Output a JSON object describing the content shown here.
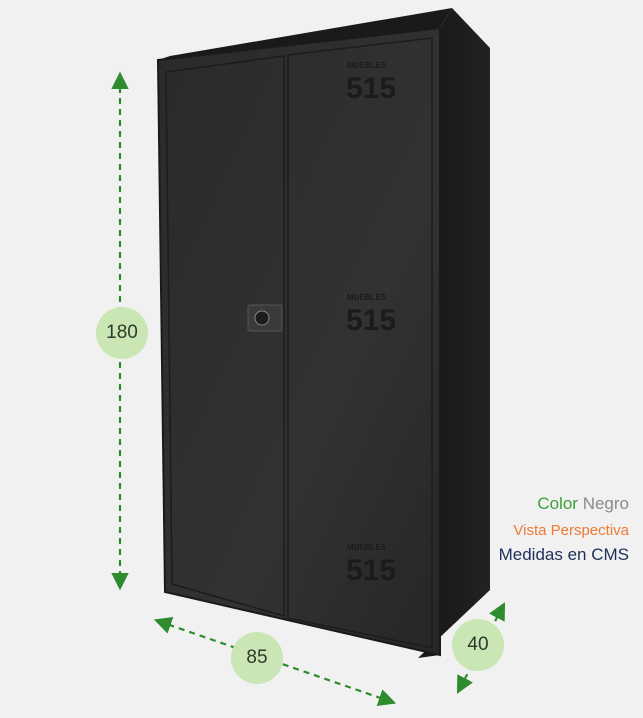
{
  "product": {
    "watermark": "MUEBLES 515",
    "body_color": "#2b2b2b"
  },
  "dimensions": {
    "height": "180",
    "width": "85",
    "depth": "40",
    "arrow_color": "#2e8b2e"
  },
  "legend": {
    "color_label": "Color",
    "color_value": "Negro",
    "view": "Vista Perspectiva",
    "units": "Medidas en CMS"
  }
}
